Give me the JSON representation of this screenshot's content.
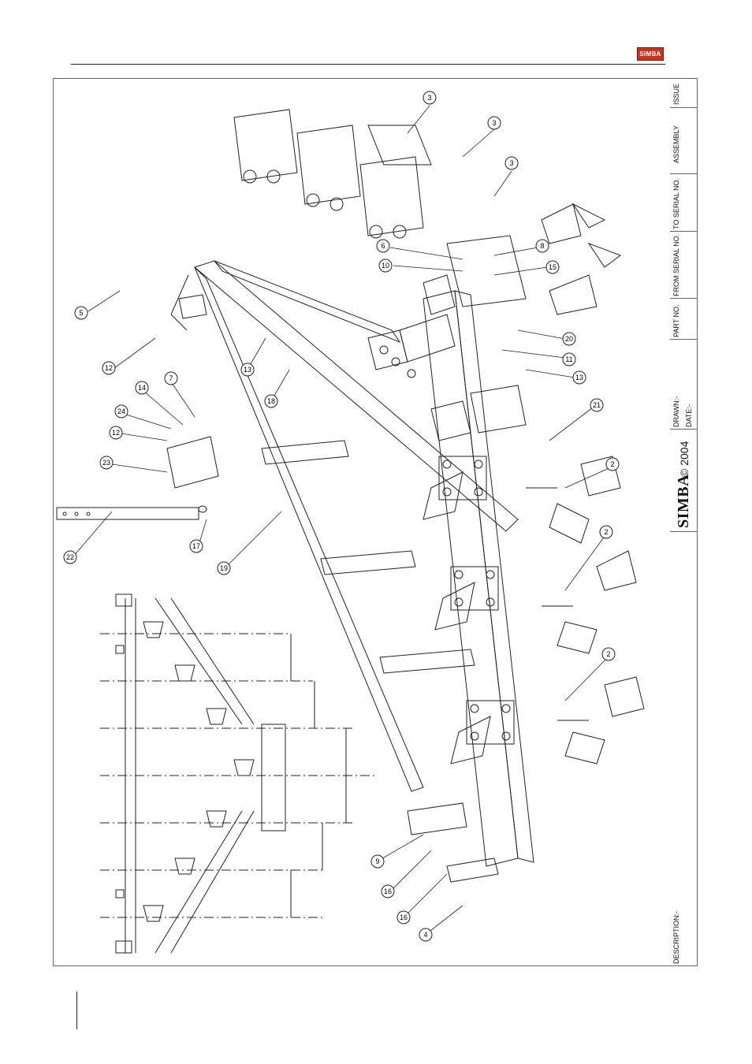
{
  "header": {
    "logo_text": "SIMBA"
  },
  "title_block": {
    "issue": "ISSUE",
    "assembly": "ASSEMBLY",
    "to_serial": "TO SERIAL NO.",
    "from_serial": "FROM SERIAL NO.",
    "part_no": "PART NO.",
    "drawn": "DRAWN:-",
    "date": "DATE:-",
    "brand": "SIMBA",
    "copyright": "© 2004",
    "description": "DESCRIPTION:-"
  },
  "callouts": {
    "c3a": "3",
    "c3b": "3",
    "c3c": "3",
    "c6": "6",
    "c10": "10",
    "c8": "8",
    "c15": "15",
    "c20": "20",
    "c11": "11",
    "c13a": "13",
    "c13b": "13",
    "c18": "18",
    "c5": "5",
    "c12a": "12",
    "c12b": "12",
    "c7": "7",
    "c14": "14",
    "c24": "24",
    "c23": "23",
    "c21": "21",
    "c2a": "2",
    "c2b": "2",
    "c2c": "2",
    "c22": "22",
    "c17": "17",
    "c19": "19",
    "c9": "9",
    "c16a": "16",
    "c16b": "16",
    "c4": "4"
  }
}
